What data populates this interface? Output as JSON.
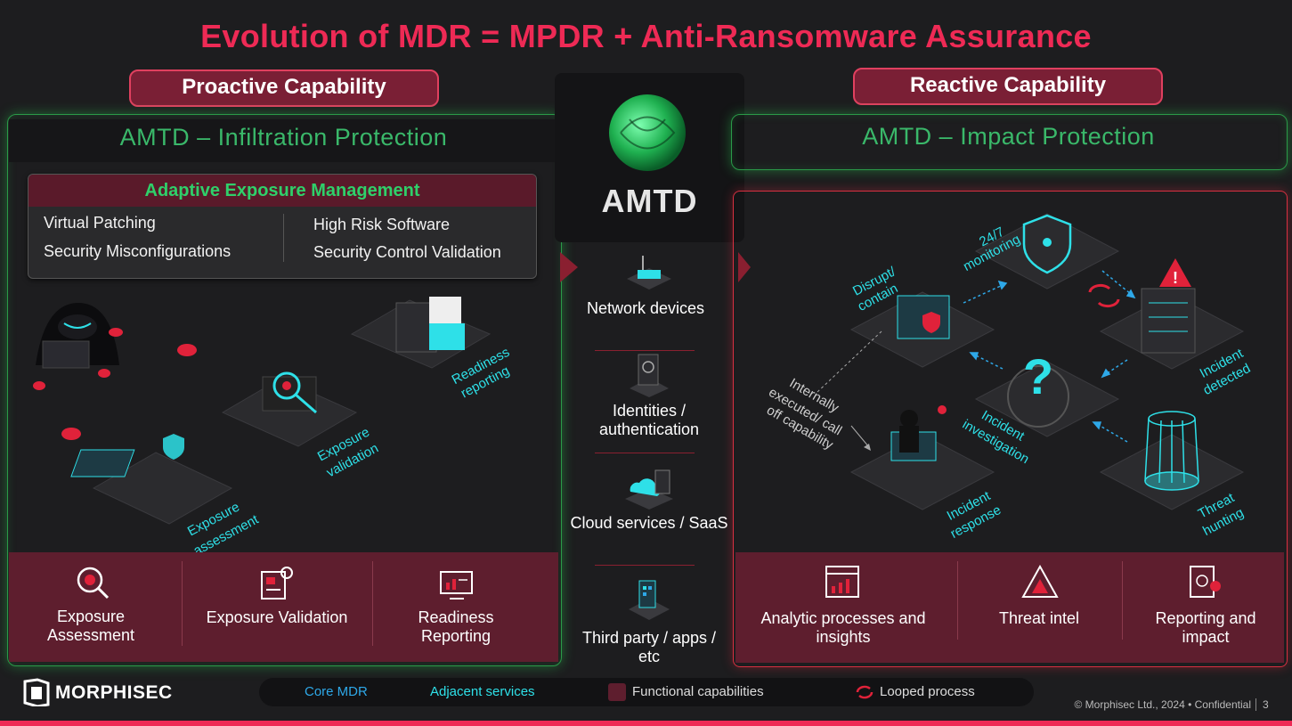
{
  "title": "Evolution of MDR = MPDR + Anti-Ransomware Assurance",
  "proactive": {
    "pill": "Proactive Capability",
    "header": "AMTD – Infiltration Protection",
    "aem": {
      "title": "Adaptive Exposure Management",
      "items": [
        "Virtual Patching",
        "High Risk Software",
        "Security Misconfigurations",
        "Security Control Validation"
      ]
    },
    "stages": [
      "Readiness reporting",
      "Exposure validation",
      "Exposure assessment"
    ],
    "capabilities": [
      {
        "label": "Exposure Assessment",
        "icon": "magnifier-target-icon"
      },
      {
        "label": "Exposure Validation",
        "icon": "checklist-gear-icon"
      },
      {
        "label": "Readiness Reporting",
        "icon": "monitor-chart-icon"
      }
    ]
  },
  "center": {
    "label": "AMTD",
    "items": [
      {
        "label": "Network devices",
        "icon": "router-icon"
      },
      {
        "label": "Identities / authentication",
        "icon": "fingerprint-icon"
      },
      {
        "label": "Cloud services / SaaS",
        "icon": "cloud-server-icon"
      },
      {
        "label": "Third party / apps / etc",
        "icon": "apps-phone-icon"
      }
    ]
  },
  "reactive": {
    "pill": "Reactive Capability",
    "header": "AMTD – Impact Protection",
    "stages": [
      "24/7 monitoring",
      "Disrupt/ contain",
      "Incident detected",
      "Incident investigation",
      "Internally executed/ call off capability",
      "Incident response",
      "Threat hunting"
    ],
    "capabilities": [
      {
        "label": "Analytic processes and insights",
        "icon": "analytics-icon"
      },
      {
        "label": "Threat intel",
        "icon": "threat-alert-icon"
      },
      {
        "label": "Reporting and impact",
        "icon": "report-alert-icon"
      }
    ]
  },
  "footer": {
    "brand": "MORPHISEC",
    "legend": [
      "Core MDR",
      "Adjacent services",
      "Functional capabilities",
      "Looped process"
    ],
    "copyright": "© Morphisec Ltd., 2024 • Confidential",
    "page": "3"
  },
  "colors": {
    "accent_red": "#ee2a55",
    "green": "#3ab86a",
    "cyan": "#2ee0e8",
    "maroon": "#5e1e2e",
    "core_mdr": "#2ea8e8",
    "adjacent": "#2ee0e8"
  }
}
